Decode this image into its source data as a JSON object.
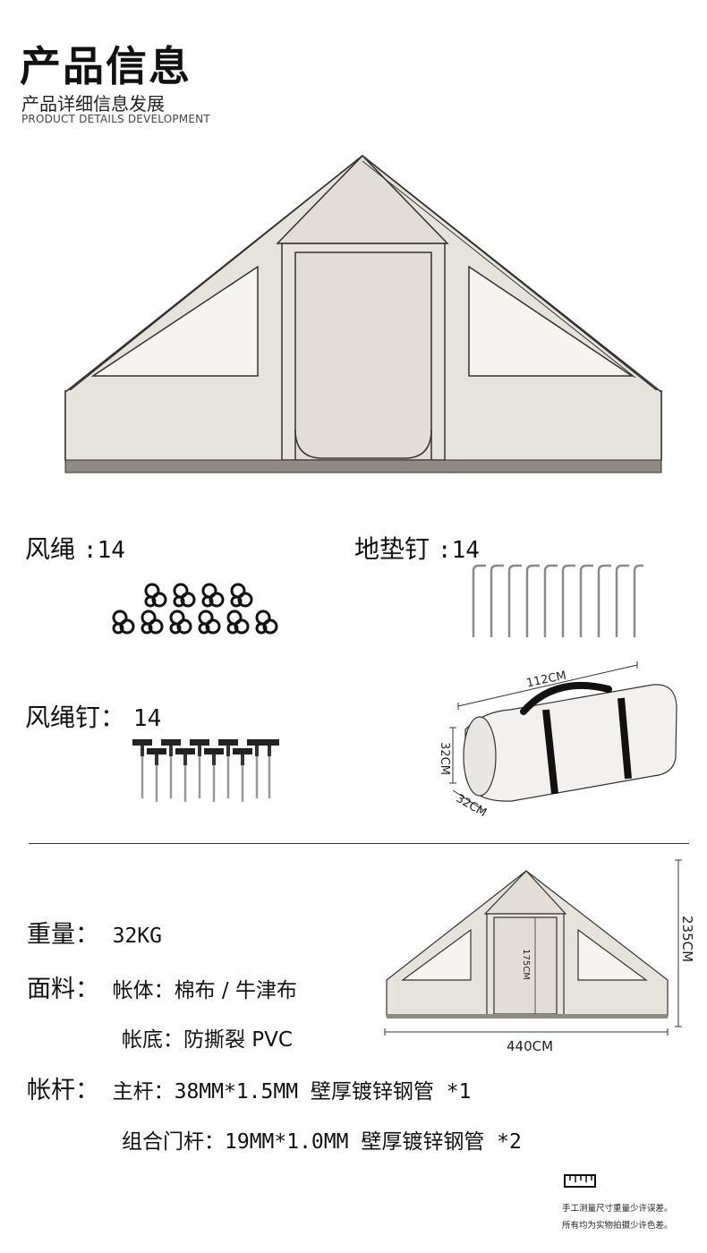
{
  "header": {
    "title": "产品信息",
    "subtitle": "产品详细信息发展",
    "subtitle_en": "PRODUCT DETAILS DEVELOPMENT"
  },
  "accessories": {
    "rope": {
      "label": "风绳",
      "value": ":14"
    },
    "ground_peg": {
      "label": "地垫钉",
      "value": ":14"
    },
    "rope_peg": {
      "label": "风绳钉：",
      "value": "14"
    }
  },
  "bag": {
    "length": "112CM",
    "height": "32CM",
    "depth": "32CM"
  },
  "small_tent": {
    "door_height": "175CM",
    "height": "235CM",
    "width": "440CM"
  },
  "specs": {
    "weight": {
      "label": "重量：",
      "value": "32KG"
    },
    "fabric": {
      "label": "面料：",
      "body_label": "帐体：",
      "body_value": "棉布 / 牛津布",
      "floor_label": "帐底：",
      "floor_value": "防撕裂 PVC"
    },
    "poles": {
      "label": "帐杆：",
      "main_label": "主杆：",
      "main_value": "38MM*1.5MM 壁厚镀锌钢管 *1",
      "door_label": "组合门杆：",
      "door_value": "19MM*1.0MM 壁厚镀锌钢管 *2"
    }
  },
  "notes": {
    "line1": "手工测量尺寸重量少许误差。",
    "line2": "所有均为实物拍摄少许色差。"
  },
  "colors": {
    "tent_fill": "#e6e2dc",
    "tent_floor": "#8f8a82",
    "outline": "#333333"
  }
}
